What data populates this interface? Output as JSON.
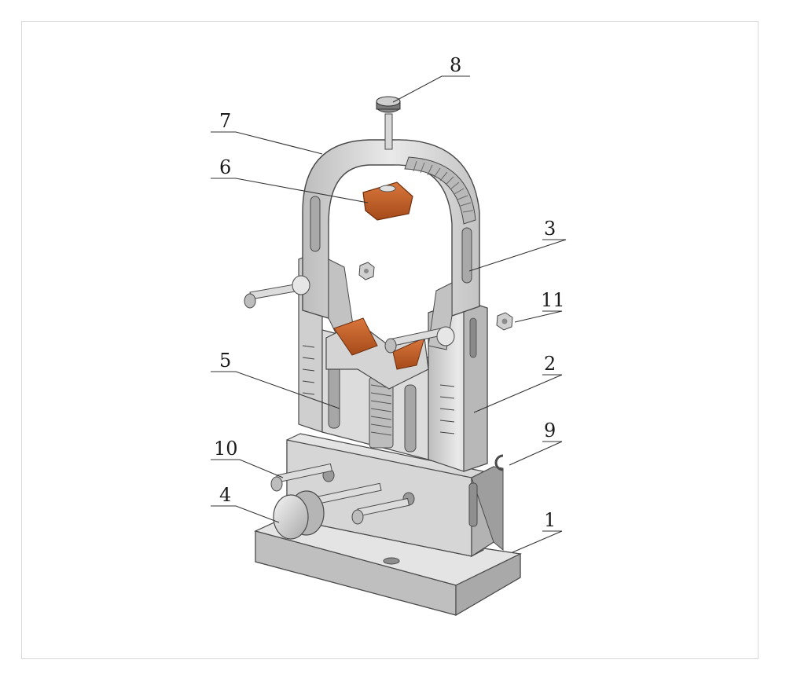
{
  "diagram": {
    "callouts": [
      {
        "id": "1",
        "label": "1"
      },
      {
        "id": "2",
        "label": "2"
      },
      {
        "id": "3",
        "label": "3"
      },
      {
        "id": "4",
        "label": "4"
      },
      {
        "id": "5",
        "label": "5"
      },
      {
        "id": "6",
        "label": "6"
      },
      {
        "id": "7",
        "label": "7"
      },
      {
        "id": "8",
        "label": "8"
      },
      {
        "id": "9",
        "label": "9"
      },
      {
        "id": "10",
        "label": "10"
      },
      {
        "id": "11",
        "label": "11"
      }
    ],
    "colors": {
      "metal": "#d2d2d2",
      "metal_light": "#ececec",
      "metal_dark": "#9a9a9a",
      "outline": "#4a4a4a",
      "pad": "#c8612a",
      "pad_dark": "#8e3f15",
      "leader": "#333333"
    }
  }
}
